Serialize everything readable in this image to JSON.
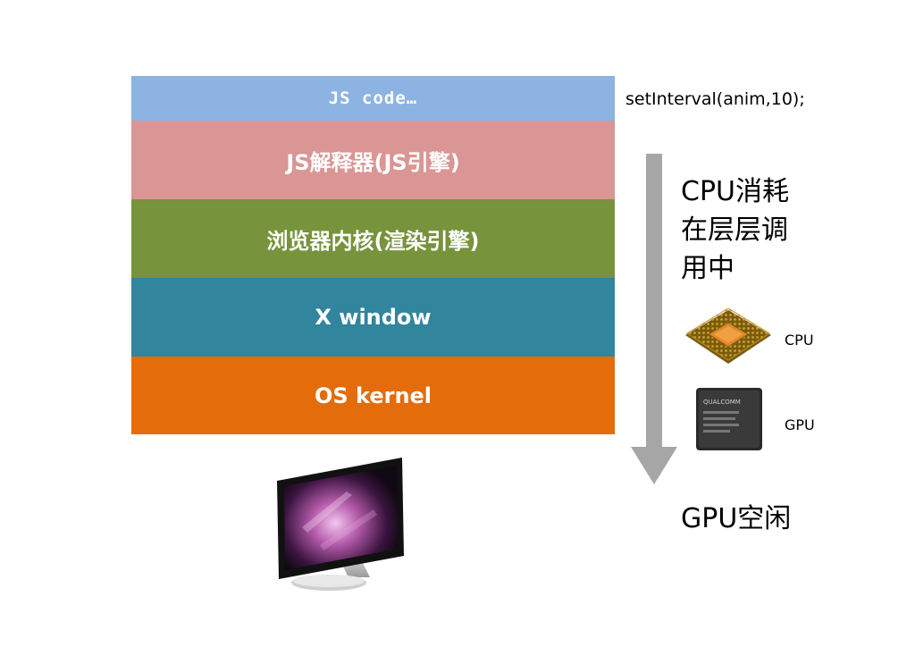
{
  "stack": {
    "layers": [
      {
        "label": "JS code…",
        "color": "#8db3e2"
      },
      {
        "label": "JS解释器(JS引擎)",
        "color": "#d99694"
      },
      {
        "label": "浏览器内核(渲染引擎)",
        "color": "#77933c"
      },
      {
        "label": "X window",
        "color": "#31859c"
      },
      {
        "label": "OS kernel",
        "color": "#e46c0a"
      }
    ]
  },
  "code_call": "setInterval(anim,10);",
  "annotations": {
    "cpu_note_lines": [
      "CPU消耗",
      "在层层调",
      "用中"
    ],
    "gpu_note": "GPU空闲"
  },
  "chips": {
    "cpu_label": "CPU",
    "gpu_label": "GPU",
    "gpu_brand": "QUALCOMM"
  },
  "icons": {
    "arrow": "down-arrow-icon",
    "cpu": "cpu-chip-icon",
    "gpu": "gpu-chip-icon",
    "monitor": "monitor-icon"
  }
}
